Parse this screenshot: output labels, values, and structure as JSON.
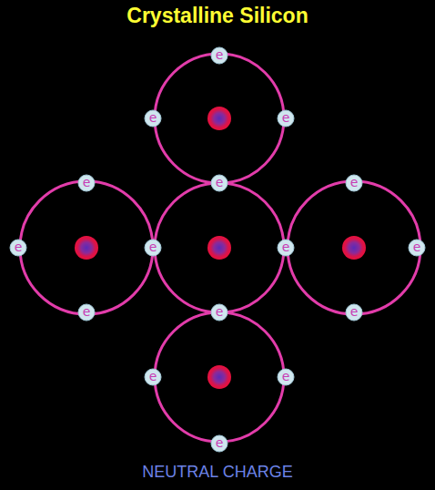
{
  "diagram": {
    "title": "Crystalline Silicon",
    "caption": "NEUTRAL CHARGE",
    "nodes": [
      {
        "text": [
          "e"
        ]
      },
      {
        "text": [
          "e"
        ]
      },
      {
        "text": [
          "e"
        ]
      },
      {
        "text": [
          "e"
        ]
      },
      {
        "text": [
          "e"
        ]
      },
      {
        "text": [
          "e"
        ]
      },
      {
        "text": [
          "e"
        ]
      },
      {
        "text": [
          "e"
        ]
      },
      {
        "text": [
          "e"
        ]
      },
      {
        "text": [
          "e"
        ]
      },
      {
        "text": [
          "e"
        ]
      },
      {
        "text": [
          "e"
        ]
      },
      {
        "text": [
          "e"
        ]
      },
      {
        "text": [
          "e"
        ]
      },
      {
        "text": [
          "e"
        ]
      },
      {
        "text": [
          "e"
        ]
      }
    ]
  }
}
